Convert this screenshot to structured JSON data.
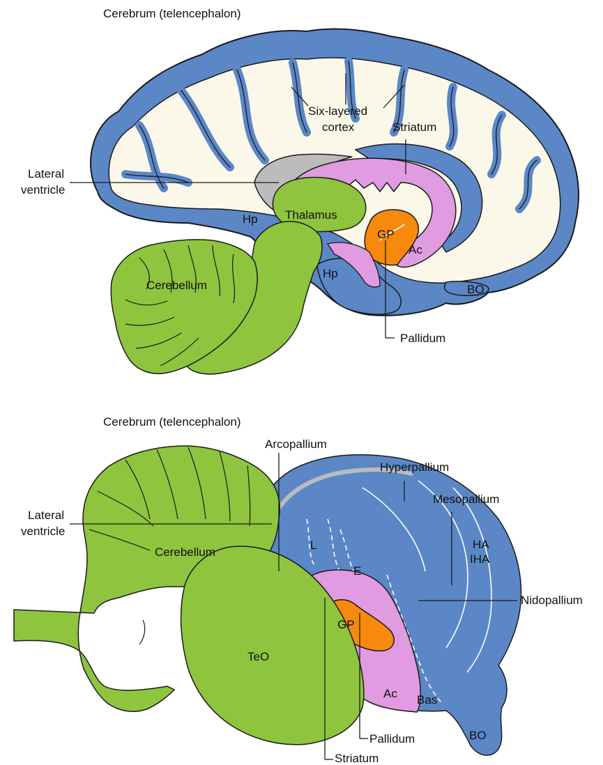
{
  "colors": {
    "cortex_blue": "#5b87c7",
    "white_matter": "#fbf8ea",
    "striatum_pink": "#e19be0",
    "pallidum_orange": "#f7890d",
    "thalamus_green": "#8fc43f",
    "ventricle_gray": "#bcbcbc",
    "outline": "#1a1a1a"
  },
  "mammal": {
    "title": "Cerebrum (telencephalon)",
    "labels": {
      "six_layered_1": "Six-layered",
      "six_layered_2": "cortex",
      "striatum": "Striatum",
      "lateral_1": "Lateral",
      "lateral_2": "ventricle",
      "hp_upper": "Hp",
      "thalamus": "Thalamus",
      "gp": "GP",
      "ac": "Ac",
      "hp_lower": "Hp",
      "bo": "BO",
      "cerebellum": "Cerebellum",
      "pallidum": "Pallidum"
    }
  },
  "bird": {
    "title": "Cerebrum (telencephalon)",
    "labels": {
      "arcopallium": "Arcopallium",
      "hyperpallium": "Hyperpallium",
      "mesopallium": "Mesopallium",
      "lateral_1": "Lateral",
      "lateral_2": "ventricle",
      "ha": "HA",
      "iha": "IHA",
      "l": "L",
      "e": "E",
      "cerebellum": "Cerebellum",
      "nidopallium": "Nidopallium",
      "teo": "TeO",
      "gp": "GP",
      "ac": "Ac",
      "bas": "Bas",
      "bo": "BO",
      "pallidum": "Pallidum",
      "striatum": "Striatum"
    }
  }
}
